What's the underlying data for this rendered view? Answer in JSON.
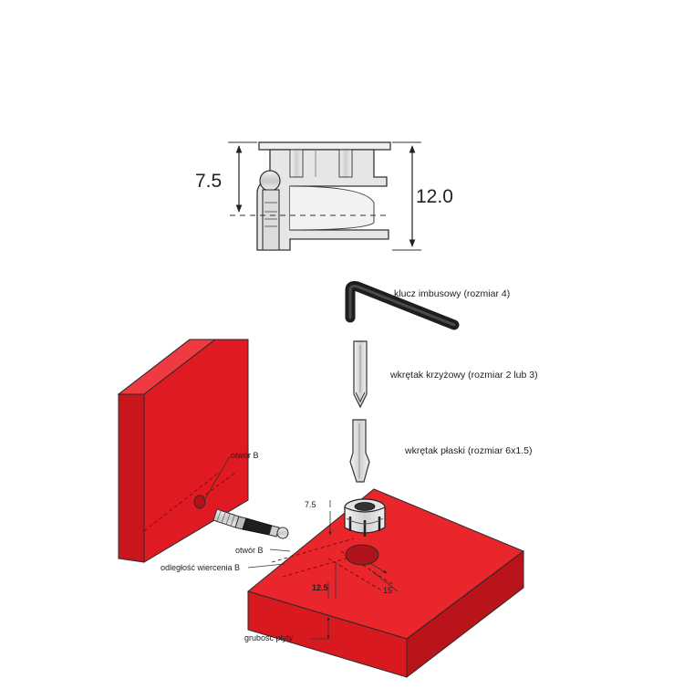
{
  "colors": {
    "board_front": "#e01a22",
    "board_top": "#e8262c",
    "board_side": "#b8141a",
    "outline": "#2a2a2a",
    "metal": "#d8d8d8",
    "background": "#ffffff"
  },
  "cam_detail": {
    "dim_left": "7.5",
    "dim_right": "12.0"
  },
  "tools": [
    {
      "label": "klucz imbusowy (rozmiar 4)",
      "icon": "hex-key-icon"
    },
    {
      "label": "wkrętak krzyżowy (rozmiar 2 lub 3)",
      "icon": "phillips-screwdriver-icon"
    },
    {
      "label": "wkrętak płaski (rozmiar 6x1.5)",
      "icon": "flat-screwdriver-icon"
    }
  ],
  "assembly": {
    "hole_b_upper": "otwór B",
    "hole_b_lower": "otwór B",
    "drill_distance": "odległość wiercenia B",
    "dim_7_5": "7.5",
    "dim_12_5": "12.5",
    "dim_15": "15",
    "board_thickness": "grubość płyty"
  }
}
